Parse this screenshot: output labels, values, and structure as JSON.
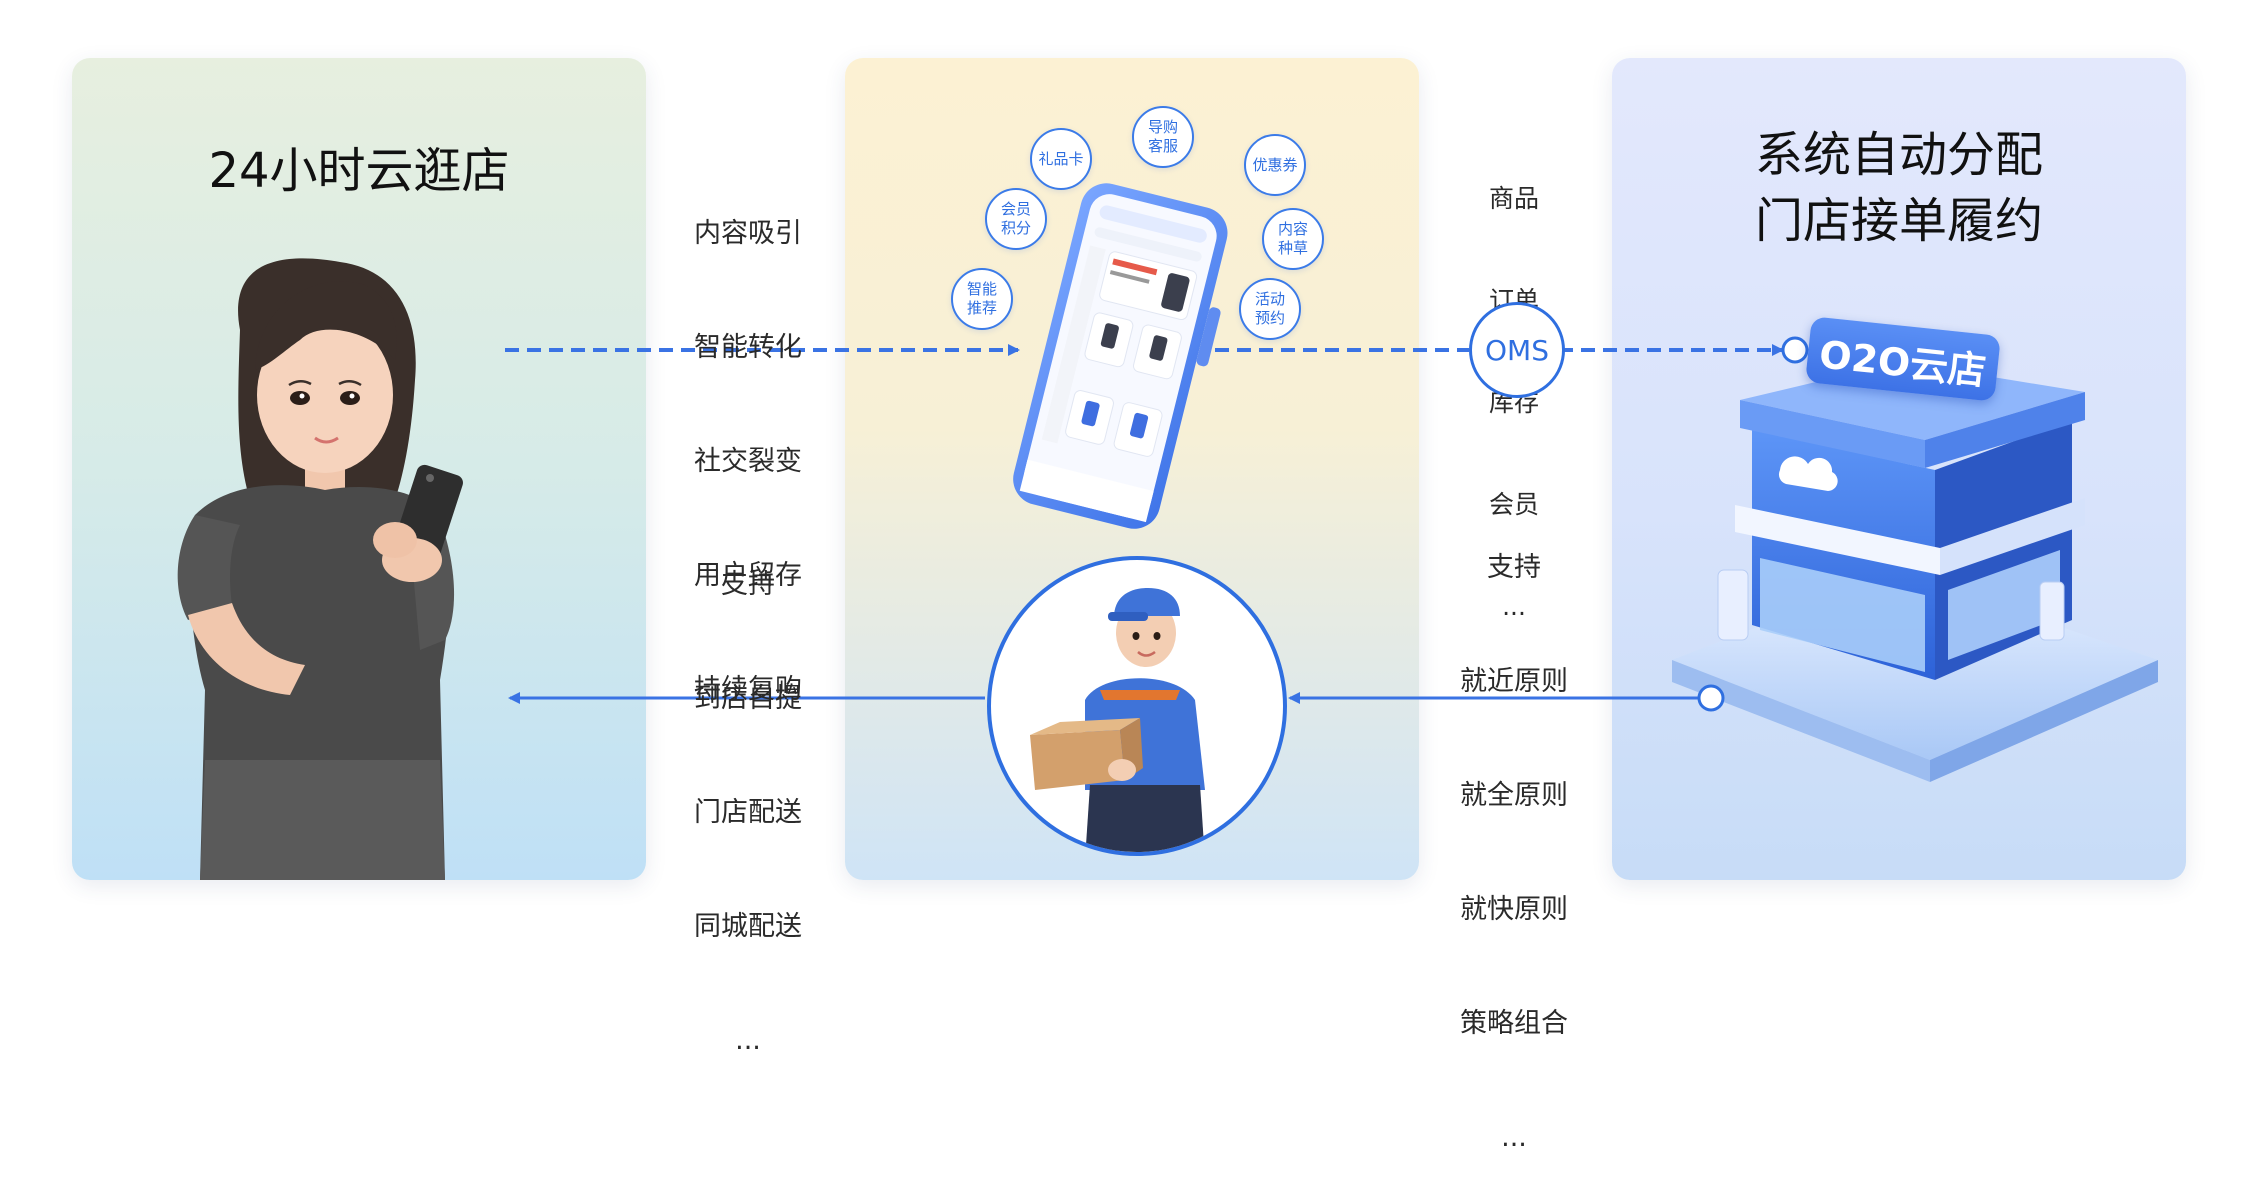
{
  "left_panel": {
    "title": "24小时云逛店",
    "features": [
      "内容吸引",
      "智能转化",
      "社交裂变",
      "用户留存",
      "持续复购"
    ],
    "delivery_options": [
      "支持",
      "到店自提",
      "门店配送",
      "同城配送",
      "..."
    ]
  },
  "middle_panel": {
    "bubbles": [
      "礼品卡",
      "导购\n客服",
      "优惠券",
      "会员\n积分",
      "内容\n种草",
      "智能\n推荐",
      "活动\n预约"
    ]
  },
  "right_panel": {
    "title_lines": [
      "系统自动分配",
      "门店接单履约"
    ],
    "data_items": [
      "商品",
      "订单",
      "库存",
      "会员",
      "..."
    ],
    "oms_label": "OMS",
    "store_sign": "O2O云店",
    "principles": [
      "支持",
      "就近原则",
      "就全原则",
      "就快原则",
      "策略组合",
      "..."
    ]
  },
  "colors": {
    "accent": "#2f6fe0",
    "dashed_arrow": "#3a73e4"
  }
}
